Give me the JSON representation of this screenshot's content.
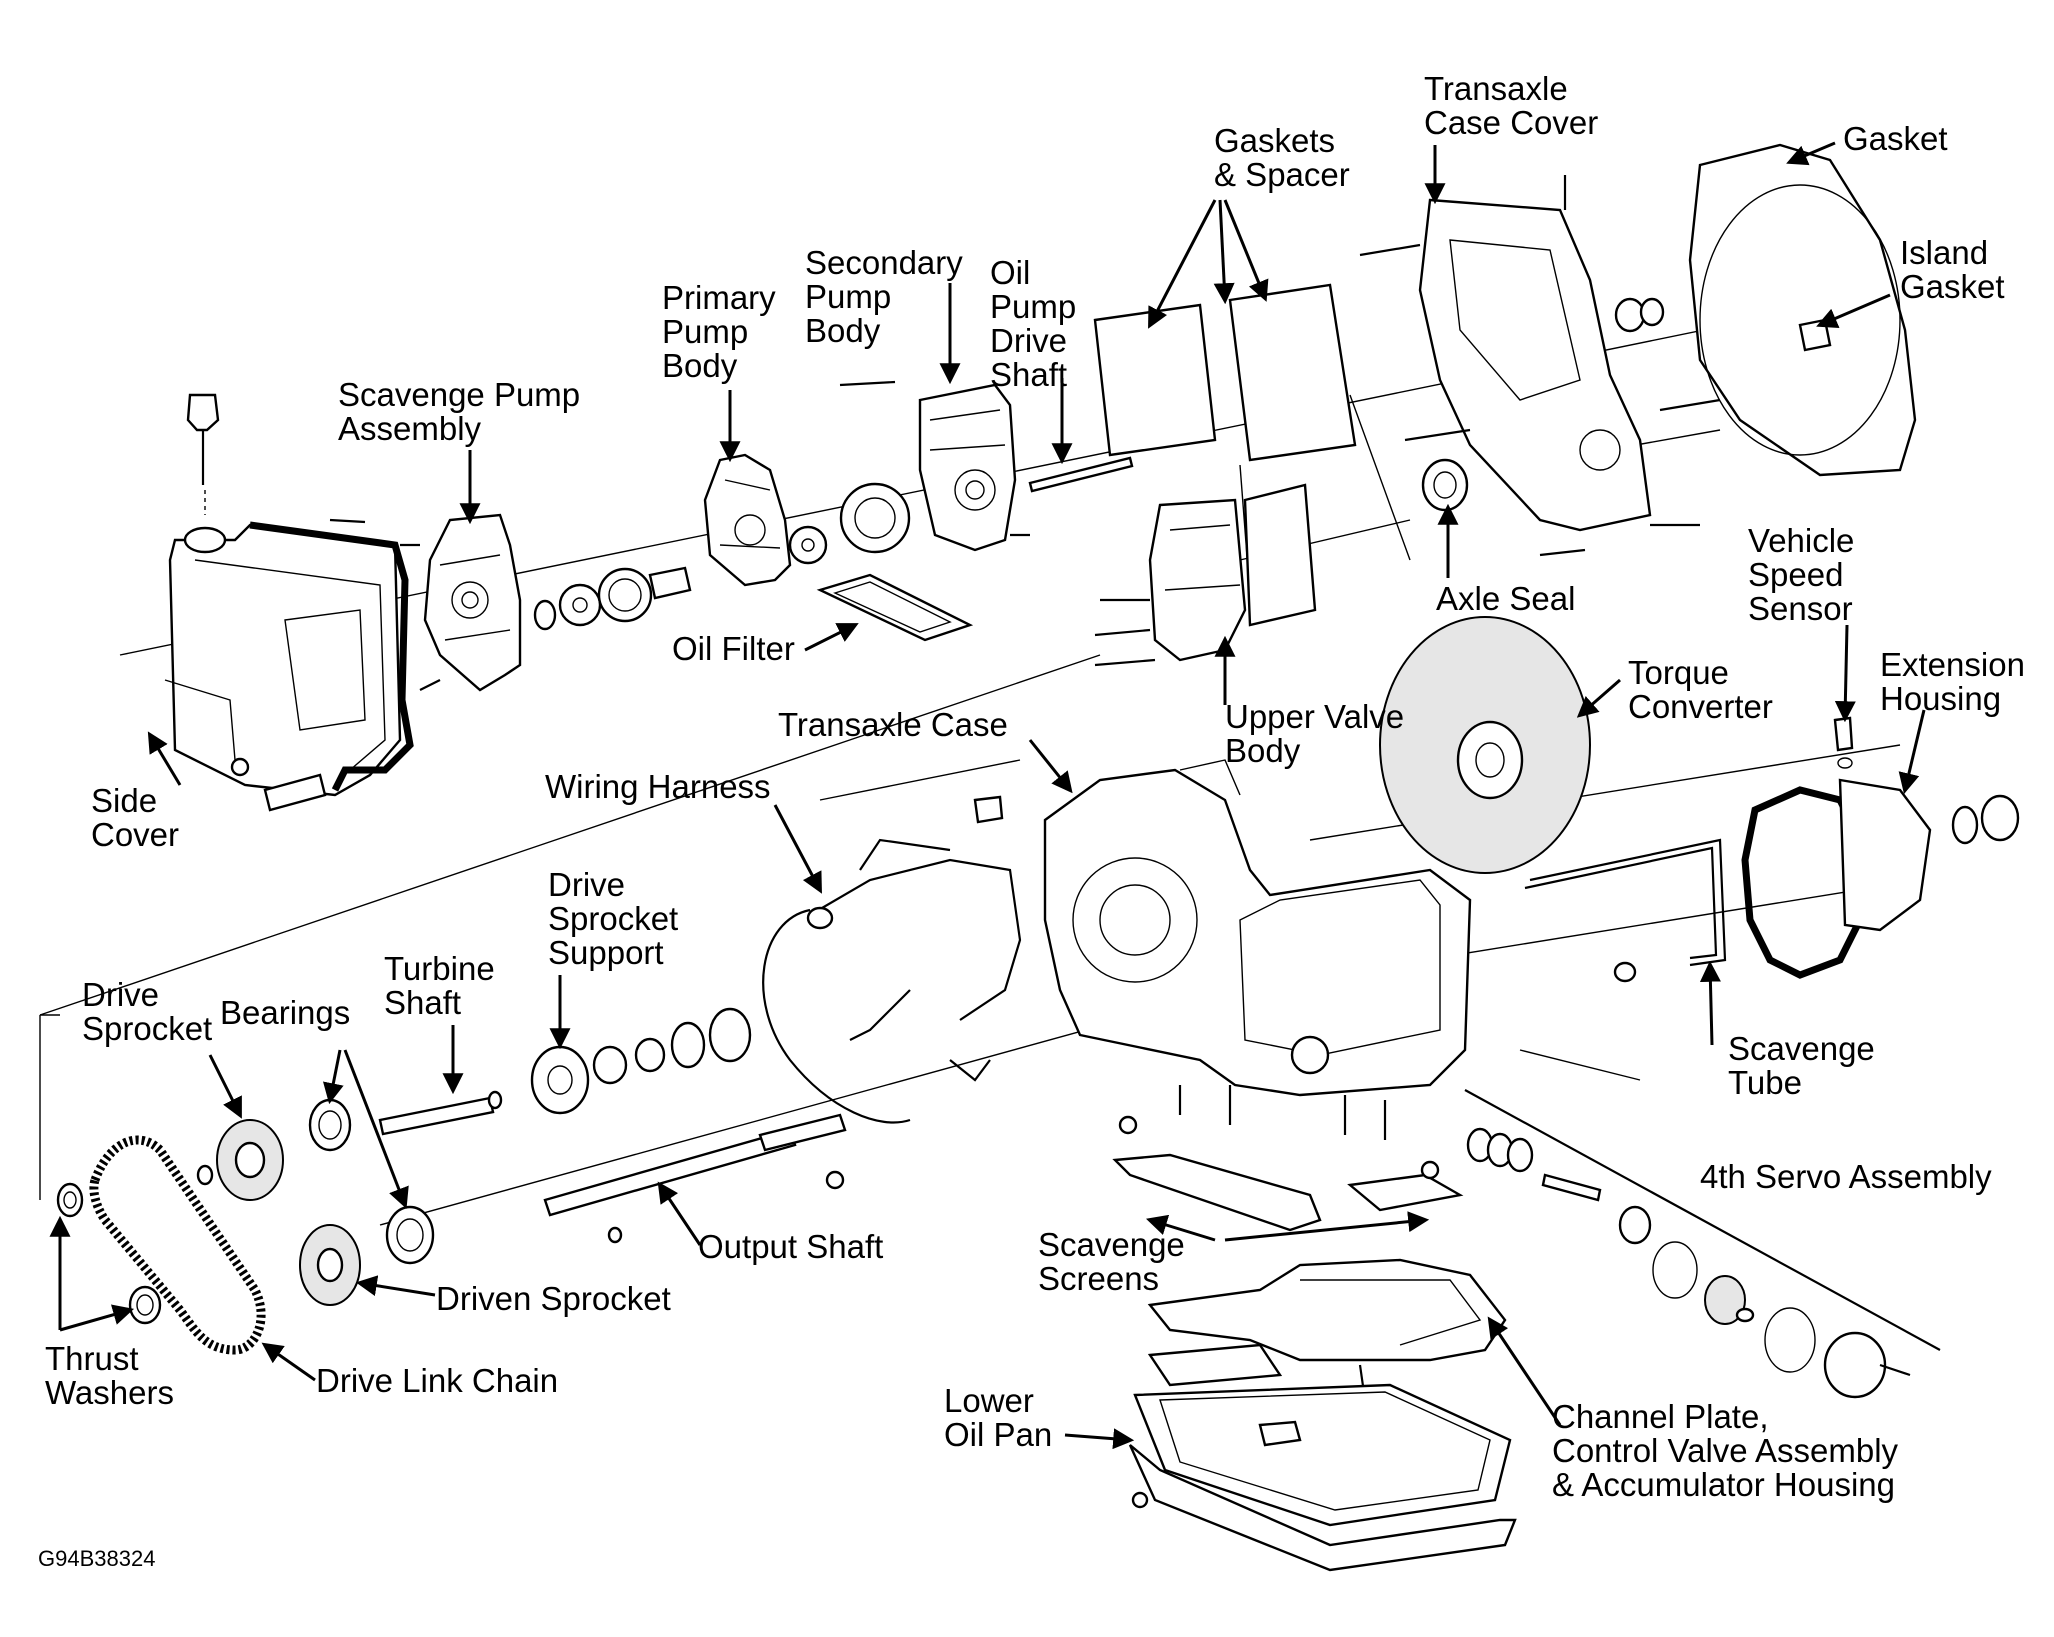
{
  "figure_id": "G94B38324",
  "labels": {
    "transaxle_case_cover": "Transaxle\nCase Cover",
    "gasket": "Gasket",
    "gaskets_spacer": "Gaskets\n& Spacer",
    "island_gasket": "Island\nGasket",
    "secondary_pump_body": "Secondary\nPump\nBody",
    "oil_pump_drive_shaft": "Oil\nPump\nDrive\nShaft",
    "primary_pump_body": "Primary\nPump\nBody",
    "scavenge_pump_assembly": "Scavenge Pump\nAssembly",
    "vehicle_speed_sensor": "Vehicle\nSpeed\nSensor",
    "axle_seal": "Axle Seal",
    "oil_filter": "Oil Filter",
    "torque_converter": "Torque\nConverter",
    "extension_housing": "Extension\nHousing",
    "upper_valve_body": "Upper Valve\nBody",
    "transaxle_case": "Transaxle Case",
    "side_cover": "Side\nCover",
    "wiring_harness": "Wiring Harness",
    "drive_sprocket_support": "Drive\nSprocket\nSupport",
    "turbine_shaft": "Turbine\nShaft",
    "drive_sprocket": "Drive\nSprocket",
    "bearings": "Bearings",
    "scavenge_tube": "Scavenge\nTube",
    "fourth_servo_assembly": "4th Servo Assembly",
    "output_shaft": "Output Shaft",
    "scavenge_screens": "Scavenge\nScreens",
    "driven_sprocket": "Driven Sprocket",
    "thrust_washers": "Thrust\nWashers",
    "drive_link_chain": "Drive Link Chain",
    "lower_oil_pan": "Lower\nOil Pan",
    "channel_plate": "Channel Plate,\nControl Valve Assembly\n& Accumulator Housing"
  }
}
